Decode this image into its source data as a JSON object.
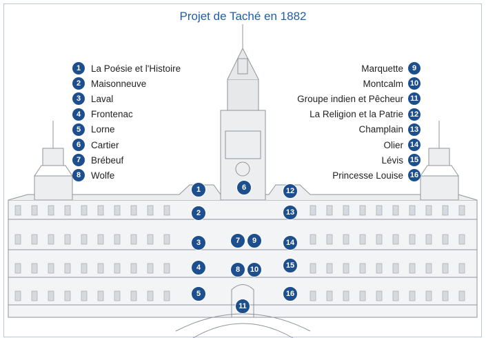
{
  "title": "Projet de Taché en 1882",
  "colors": {
    "accent": "#1e5ea6",
    "badge": "#1d4f8f"
  },
  "legend_left": [
    {
      "num": "1",
      "name": "La Poésie et l'Histoire"
    },
    {
      "num": "2",
      "name": "Maisonneuve"
    },
    {
      "num": "3",
      "name": "Laval"
    },
    {
      "num": "4",
      "name": "Frontenac"
    },
    {
      "num": "5",
      "name": "Lorne"
    },
    {
      "num": "6",
      "name": "Cartier"
    },
    {
      "num": "7",
      "name": "Brébeuf"
    },
    {
      "num": "8",
      "name": "Wolfe"
    }
  ],
  "legend_right": [
    {
      "num": "9",
      "name": "Marquette"
    },
    {
      "num": "10",
      "name": "Montcalm"
    },
    {
      "num": "11",
      "name": "Groupe indien et Pêcheur"
    },
    {
      "num": "12",
      "name": "La Religion et la Patrie"
    },
    {
      "num": "13",
      "name": "Champlain"
    },
    {
      "num": "14",
      "name": "Olier"
    },
    {
      "num": "15",
      "name": "Lévis"
    },
    {
      "num": "16",
      "name": "Princesse Louise"
    }
  ],
  "markers": [
    "1",
    "2",
    "3",
    "4",
    "5",
    "6",
    "7",
    "8",
    "9",
    "10",
    "11",
    "12",
    "13",
    "14",
    "15",
    "16"
  ]
}
